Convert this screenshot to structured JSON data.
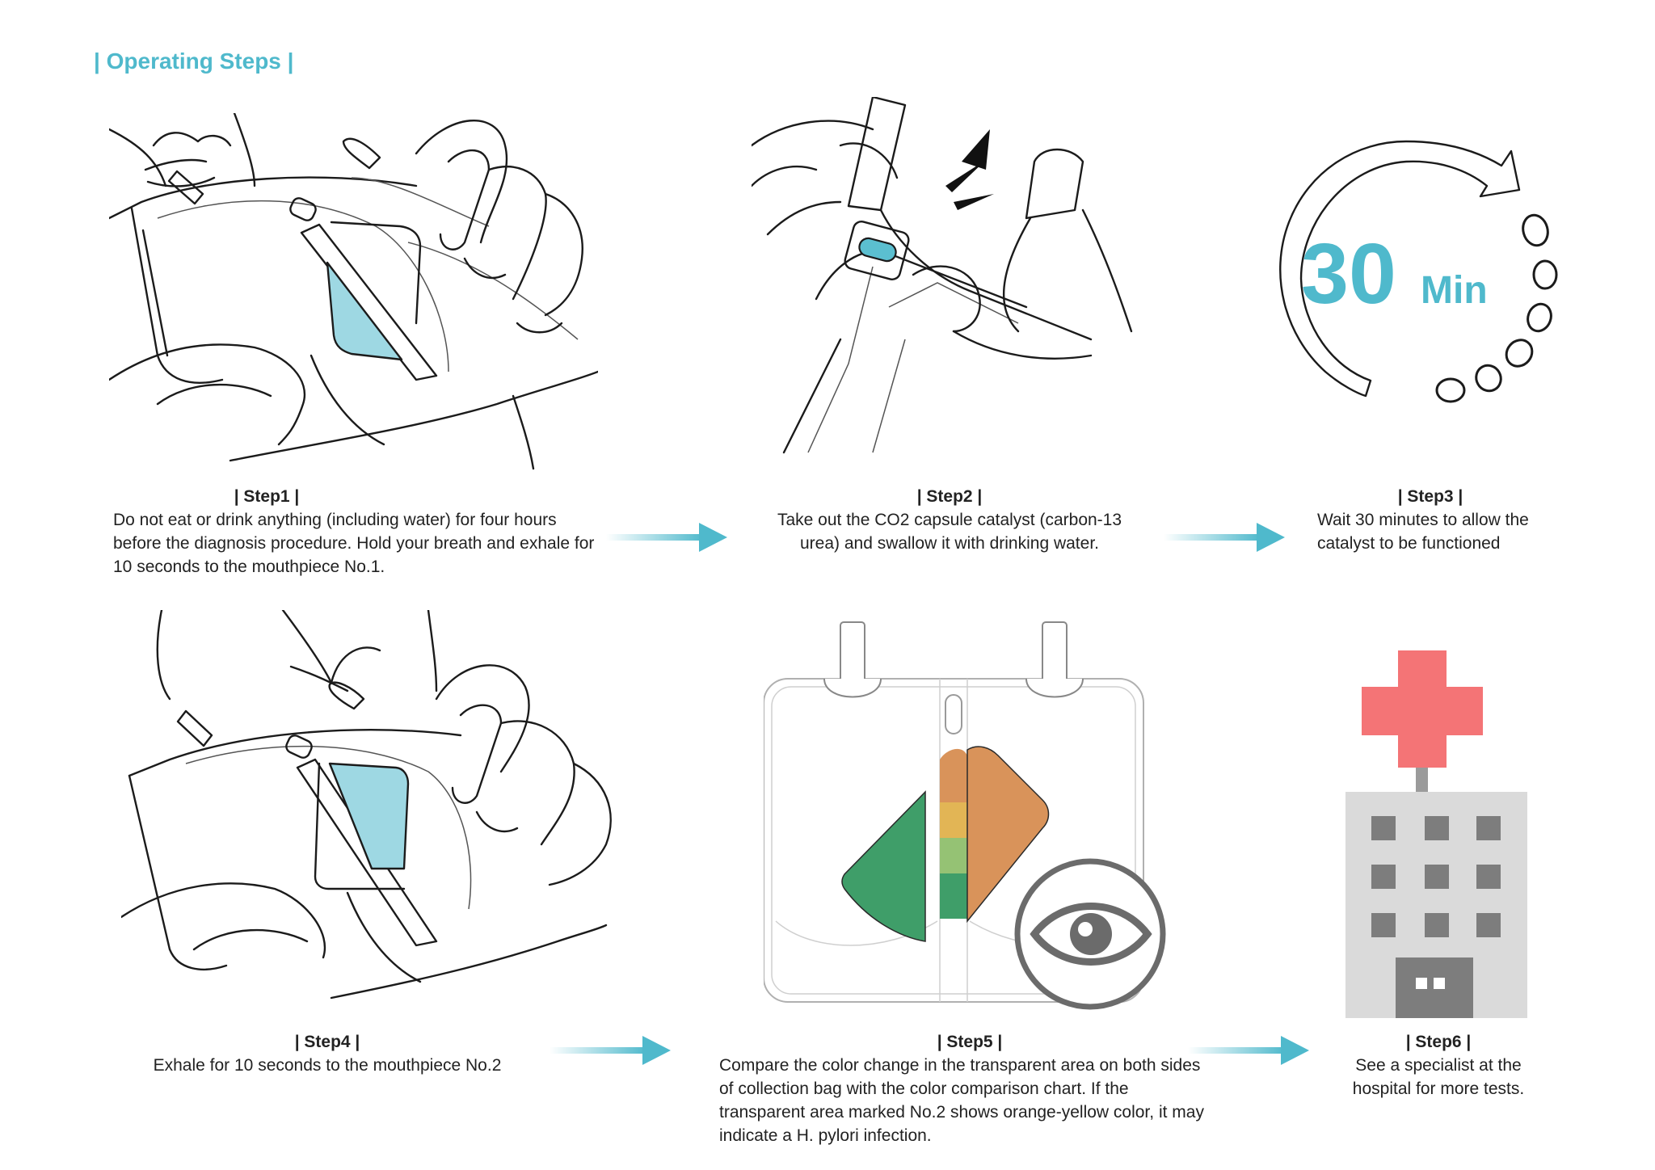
{
  "page": {
    "title": "| Operating Steps |"
  },
  "colors": {
    "accent": "#4fb9cc",
    "capsule": "#5bbfd0",
    "pad": "#9ed8e3",
    "green_dark": "#3f9e69",
    "green_light": "#95c274",
    "yellow": "#e2b555",
    "orange": "#d9935a",
    "cross": "#f47476",
    "building": "#dadada",
    "window": "#7d7d7d",
    "eye": "#6b6b6b"
  },
  "timer": {
    "number": "30",
    "unit": "Min"
  },
  "steps": [
    {
      "label": "| Step1 |",
      "text": "Do not eat or drink anything (including water) for four hours before the diagnosis procedure. Hold your breath and exhale for 10 seconds to the mouthpiece No.1."
    },
    {
      "label": "| Step2 |",
      "text": "Take out the CO2 capsule catalyst (carbon-13 urea) and swallow it with drinking water."
    },
    {
      "label": "| Step3 |",
      "text": "Wait 30 minutes to allow the catalyst to be functioned"
    },
    {
      "label": "| Step4 |",
      "text": "Exhale for 10 seconds to the mouthpiece No.2"
    },
    {
      "label": "| Step5 |",
      "text": "Compare the color change in the transparent area on both sides of collection bag with the color comparison chart. If the transparent area marked No.2 shows orange-yellow color, it may indicate a H. pylori infection."
    },
    {
      "label": "| Step6 |",
      "text": "See a specialist at the hospital for more tests."
    }
  ]
}
